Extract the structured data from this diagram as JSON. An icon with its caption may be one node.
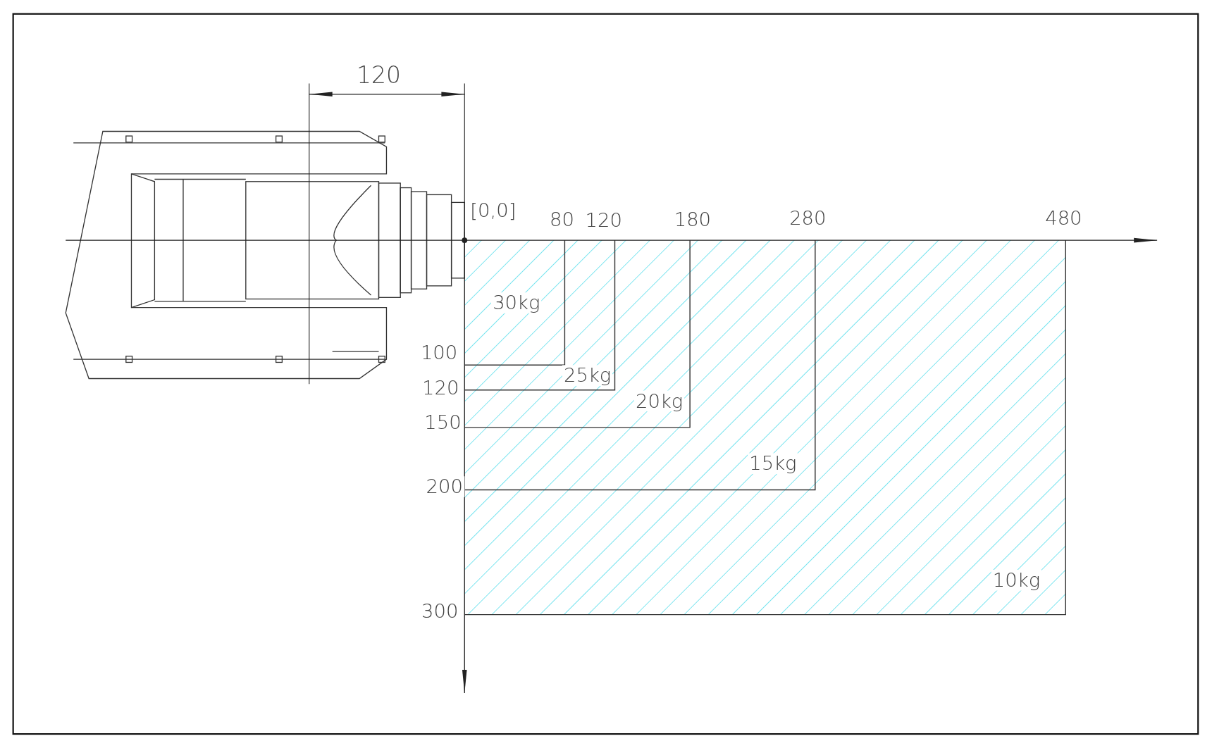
{
  "diagram": {
    "labels": [
      "120",
      "[0,0]",
      "80",
      "120",
      "180",
      "280",
      "480",
      "30kg",
      "100",
      "25kg",
      "120",
      "20kg",
      "150",
      "15kg",
      "200",
      "10kg",
      "300"
    ]
  }
}
